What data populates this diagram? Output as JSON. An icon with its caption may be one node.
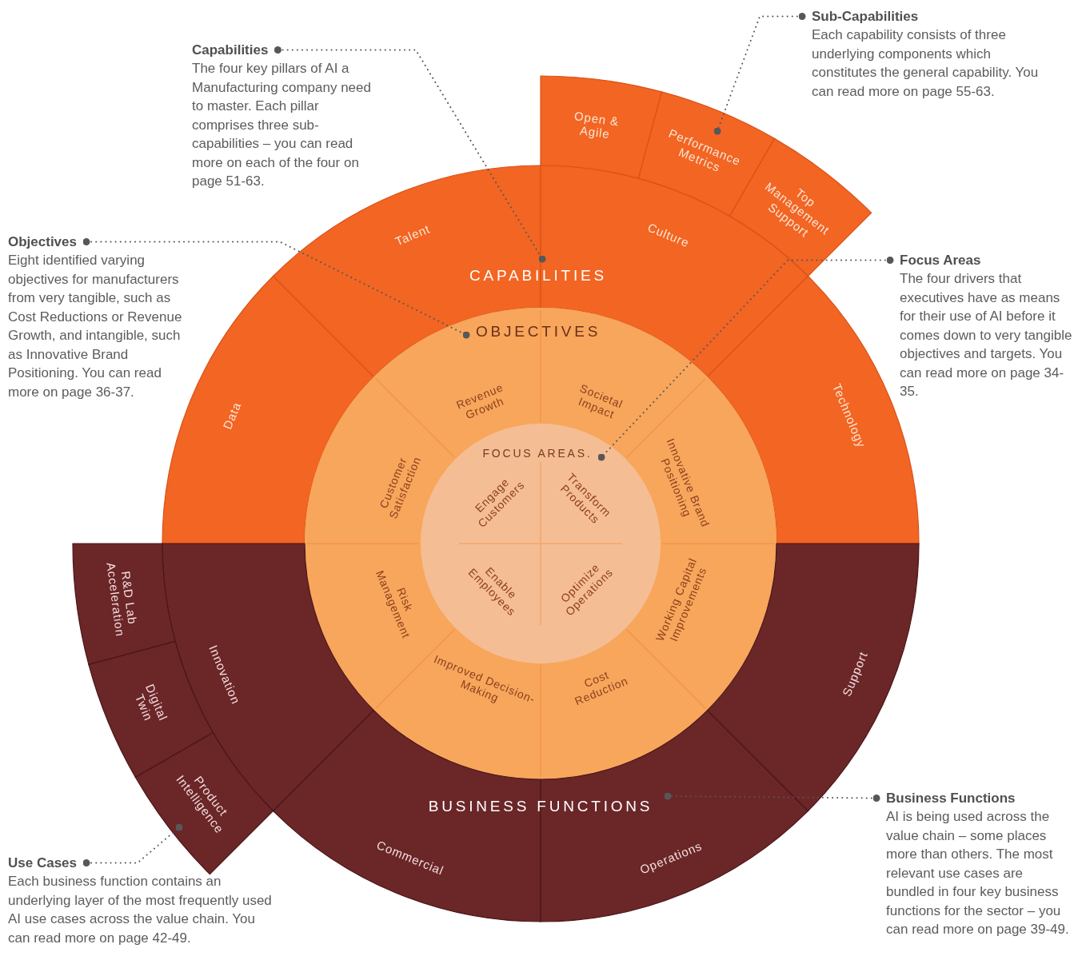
{
  "diagram": {
    "nodes": [
      {
        "text": [
          "Capabilities",
          "The four key pillars of AI a Manufacturing company need to master. Each pillar comprises three sub-capabilities – you can read more on each of the four on page 51-63."
        ]
      },
      {
        "text": [
          "Sub-Capabilities",
          "Each capability consists of three underlying components which constitutes the general capability. You can read more on page 55-63."
        ]
      },
      {
        "text": [
          "Objectives",
          "Eight identified varying objectives for manufacturers from very tangible, such as Cost Reductions or Revenue Growth, and intangible, such as Innovative Brand Positioning. You can read more on page 36-37."
        ]
      },
      {
        "text": [
          "Focus Areas",
          "The four drivers that executives have as means for their use of AI before it comes down to very tangible objectives and targets. You can read more on page 34-35."
        ]
      },
      {
        "text": [
          "Use Cases",
          "Each business function contains an underlying layer of the most frequently used AI use cases across the value chain. You can read more on page 42-49."
        ]
      },
      {
        "text": [
          "Business Functions",
          "AI is being used across the value chain – some places more than others. The most relevant use cases are bundled in four key business functions for the sector – you can read more on page 39-49."
        ]
      },
      {
        "text": [
          "Data"
        ]
      },
      {
        "text": [
          "Talent"
        ]
      },
      {
        "text": [
          "Culture"
        ]
      },
      {
        "text": [
          "Technology"
        ]
      },
      {
        "text": [
          "Open & Agile"
        ]
      },
      {
        "text": [
          "Performance Metrics"
        ]
      },
      {
        "text": [
          "Top Management Support"
        ]
      },
      {
        "text": [
          "CAPABILITIES"
        ]
      },
      {
        "text": [],
        "shape": "circle"
      },
      {
        "text": [
          "OBJECTIVES"
        ],
        "in": 14
      },
      {
        "text": [
          "Revenue Growth"
        ],
        "in": 14
      },
      {
        "text": [
          "Societal Impact"
        ],
        "in": 14
      },
      {
        "text": [
          "Customer Satisfaction"
        ],
        "in": 14
      },
      {
        "text": [
          "Innovative Brand Positioning"
        ],
        "in": 14
      },
      {
        "text": [
          "Risk Management"
        ],
        "in": 14
      },
      {
        "text": [
          "Working Capital Improvements"
        ],
        "in": 14
      },
      {
        "text": [
          "Improved Decision-Making"
        ],
        "in": 14
      },
      {
        "text": [
          "Cost Reduction"
        ],
        "in": 14
      },
      {
        "text": [],
        "shape": "circle",
        "in": 14
      },
      {
        "text": [
          "FOCUS AREAS."
        ],
        "in": 24
      },
      {
        "text": [
          "Engage Customers"
        ],
        "in": 24
      },
      {
        "text": [
          "Transform Products"
        ],
        "in": 24
      },
      {
        "text": [
          "Enable Employees"
        ],
        "in": 24
      },
      {
        "text": [
          "Optimize Operations"
        ],
        "in": 24
      },
      {
        "text": [
          "Innovation"
        ]
      },
      {
        "text": [
          "Commercial"
        ]
      },
      {
        "text": [
          "Operations"
        ]
      },
      {
        "text": [
          "Support"
        ]
      },
      {
        "text": [
          "R&D Lab Acceleration"
        ]
      },
      {
        "text": [
          "Digital Twin"
        ]
      },
      {
        "text": [
          "Product Intelligence"
        ]
      },
      {
        "text": [
          "BUSINESS FUNCTIONS"
        ]
      }
    ],
    "edges": [
      {
        "from": 0,
        "to": 13,
        "arrow": "other"
      },
      {
        "from": 1,
        "to": 11,
        "arrow": "other"
      },
      {
        "from": 2,
        "to": 15,
        "arrow": "other"
      },
      {
        "from": 3,
        "to": 25,
        "arrow": "other"
      },
      {
        "from": 4,
        "to": 36,
        "arrow": "other"
      },
      {
        "from": 5,
        "to": 37,
        "arrow": "other"
      }
    ]
  }
}
